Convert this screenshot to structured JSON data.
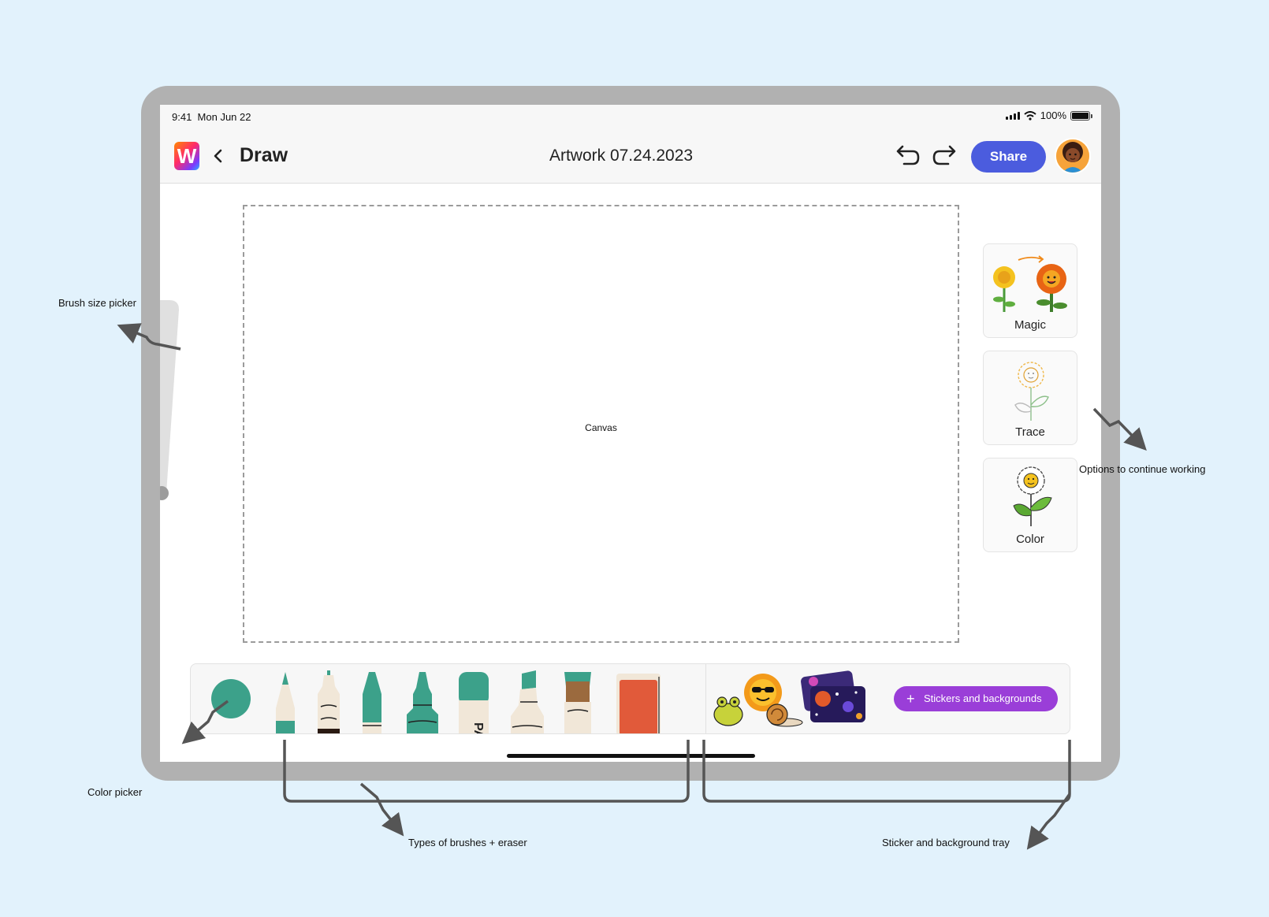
{
  "status": {
    "time": "9:41",
    "date": "Mon Jun 22",
    "battery": "100%"
  },
  "appbar": {
    "logo": "W",
    "app_title": "Draw",
    "doc_title": "Artwork 07.24.2023",
    "share_label": "Share",
    "undo_icon": "undo-icon",
    "redo_icon": "redo-icon"
  },
  "canvas": {
    "label": "Canvas"
  },
  "options": [
    {
      "label": "Magic"
    },
    {
      "label": "Trace"
    },
    {
      "label": "Color"
    }
  ],
  "tray": {
    "selected_color": "#3ca18a",
    "brushes": [
      "pencil",
      "fine-liner",
      "marker",
      "felt-tip",
      "paint-marker",
      "highlighter",
      "paint-brush",
      "eraser"
    ],
    "stickers_label": "Stickers and backgrounds"
  },
  "annotations": {
    "brush_size": "Brush size picker",
    "options": "Options to continue working",
    "color_picker": "Color picker",
    "brushes": "Types of brushes + eraser",
    "stickers": "Sticker and background tray"
  },
  "colors": {
    "background": "#e2f2fc",
    "accent": "#4b5cde",
    "sticker_button": "#9a3ed8",
    "teal": "#3ca18a"
  }
}
